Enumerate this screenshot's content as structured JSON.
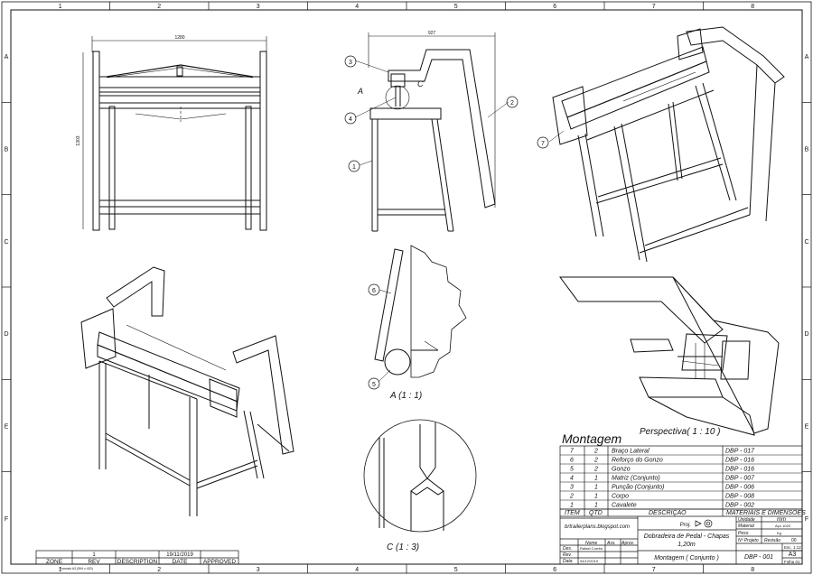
{
  "grid": {
    "columns": [
      "1",
      "2",
      "3",
      "4",
      "5",
      "6",
      "7",
      "8"
    ],
    "rows": [
      "A",
      "B",
      "C",
      "D",
      "E",
      "F"
    ]
  },
  "front_view": {
    "width_dim": "1280",
    "height_dim": "1303"
  },
  "side_view": {
    "width_dim": "927",
    "balloons": [
      "3",
      "4",
      "1",
      "2"
    ],
    "label_a": "A",
    "label_c": "C"
  },
  "iso_right": {
    "balloons": [
      "7"
    ]
  },
  "detail_a": {
    "label": "A (1 : 1)",
    "balloons": [
      "6",
      "5"
    ]
  },
  "detail_c": {
    "label": "C (1 : 3)"
  },
  "perspective": {
    "label": "Perspectiva( 1 : 10 )"
  },
  "title_block": {
    "title": "Montagem",
    "headers": {
      "item": "ITEM",
      "qty": "QTD",
      "description": "DESCRIÇÃO",
      "materials": "MATERIAIS E DIMENSÕES"
    },
    "parts": [
      {
        "item": "7",
        "qty": "2",
        "description": "Braço Lateral",
        "code": "DBP - 017"
      },
      {
        "item": "6",
        "qty": "2",
        "description": "Reforço do Gonzo",
        "code": "DBP - 016"
      },
      {
        "item": "5",
        "qty": "2",
        "description": "Gonzo",
        "code": "DBP - 016"
      },
      {
        "item": "4",
        "qty": "1",
        "description": "Matriz (Conjunto)",
        "code": "DBP - 007"
      },
      {
        "item": "3",
        "qty": "1",
        "description": "Punção (Conjunto)",
        "code": "DBP - 006"
      },
      {
        "item": "2",
        "qty": "1",
        "description": "Corpo",
        "code": "DBP - 008"
      },
      {
        "item": "1",
        "qty": "1",
        "description": "Cavalete",
        "code": "DBP - 002"
      }
    ],
    "website": "brtrailerplans.blogspot.com",
    "proj_label": "Proj.",
    "unit_label": "Unidade",
    "unit_value": "mm",
    "material_label": "Material",
    "material_value": "Aço 1020",
    "weight_label": "Peso",
    "weight_value": "Kg",
    "project_no_label": "Nº Projeto",
    "revision_label": "Revisão",
    "revision_value": "00",
    "drawing_title": "Dobradeira de Pedal - Chapas",
    "drawing_subtitle": "1,20m",
    "drawing_name": "Montagem ( Conjunto )",
    "drawing_no": "DBP - 001",
    "scale_label": "Esc. 1:12",
    "sheet_size": "A3",
    "sheet_label": "Folha 01",
    "signature_headers": {
      "name": "Nome",
      "ass": "Ass.",
      "aprov": "Aprov."
    },
    "rows": [
      {
        "label": "Des.",
        "name": "Rafael Corrêa"
      },
      {
        "label": "Rev.",
        "name": ""
      },
      {
        "label": "Data",
        "name": "04/12/2019"
      }
    ]
  },
  "revision_block": {
    "row": {
      "zone": "",
      "rev": "1",
      "description": "",
      "date": "19/11/2019",
      "approved": ""
    },
    "headers": {
      "zone": "ZONE",
      "rev": "REV",
      "description": "DESCRIPTION",
      "date": "DATE",
      "approved": "APPROVED"
    },
    "format_note": "Formato A3 (594 x 420)"
  }
}
